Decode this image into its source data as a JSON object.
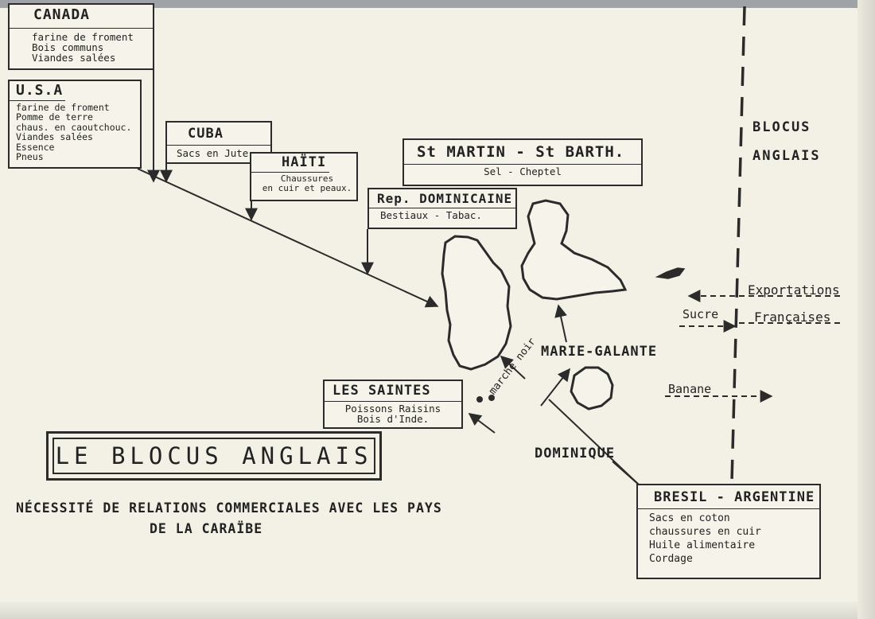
{
  "title": "LE BLOCUS ANGLAIS",
  "subtitle": {
    "line1": "NÉCESSITÉ DE RELATIONS COMMERCIALES AVEC LES PAYS",
    "line2": "DE LA CARAÏBE"
  },
  "partners": [
    {
      "id": "canada",
      "name": "CANADA",
      "goods": [
        "farine de froment",
        "Bois communs",
        "Viandes salées"
      ]
    },
    {
      "id": "usa",
      "name": "U.S.A",
      "goods": [
        "farine de froment",
        "Pomme de terre",
        "chaus. en caoutchouc.",
        "Viandes salées",
        "Essence",
        "Pneus"
      ]
    },
    {
      "id": "cuba",
      "name": "CUBA",
      "goods": [
        "Sacs en Jute"
      ]
    },
    {
      "id": "haiti",
      "name": "HAÏTI",
      "goods": [
        "Chaussures",
        "en cuir et peaux."
      ]
    },
    {
      "id": "stmartin",
      "name": "St MARTIN - St BARTH.",
      "goods": [
        "Sel - Cheptel"
      ]
    },
    {
      "id": "repdom",
      "name": "Rep. DOMINICAINE",
      "goods": [
        "Bestiaux - Tabac."
      ]
    },
    {
      "id": "saintes",
      "name": "LES SAINTES",
      "goods": [
        "Poissons Raisins",
        "Bois d'Inde."
      ]
    },
    {
      "id": "bresil",
      "name": "BRESIL - ARGENTINE",
      "goods": [
        "Sacs en coton",
        "chaussures en cuir",
        "Huile alimentaire",
        "Cordage"
      ]
    }
  ],
  "labels": {
    "blocus_line1": "BLOCUS",
    "blocus_line2": "ANGLAIS",
    "marie_galante": "MARIE-GALANTE",
    "dominique": "DOMINIQUE",
    "exportations": "Exportations",
    "francaises": "Françaises",
    "sucre": "Sucre",
    "banane": "Banane",
    "marche_noir": "marché noir"
  },
  "colors": {
    "paper": "#f3f1e6",
    "ink": "#2b2b2b"
  }
}
